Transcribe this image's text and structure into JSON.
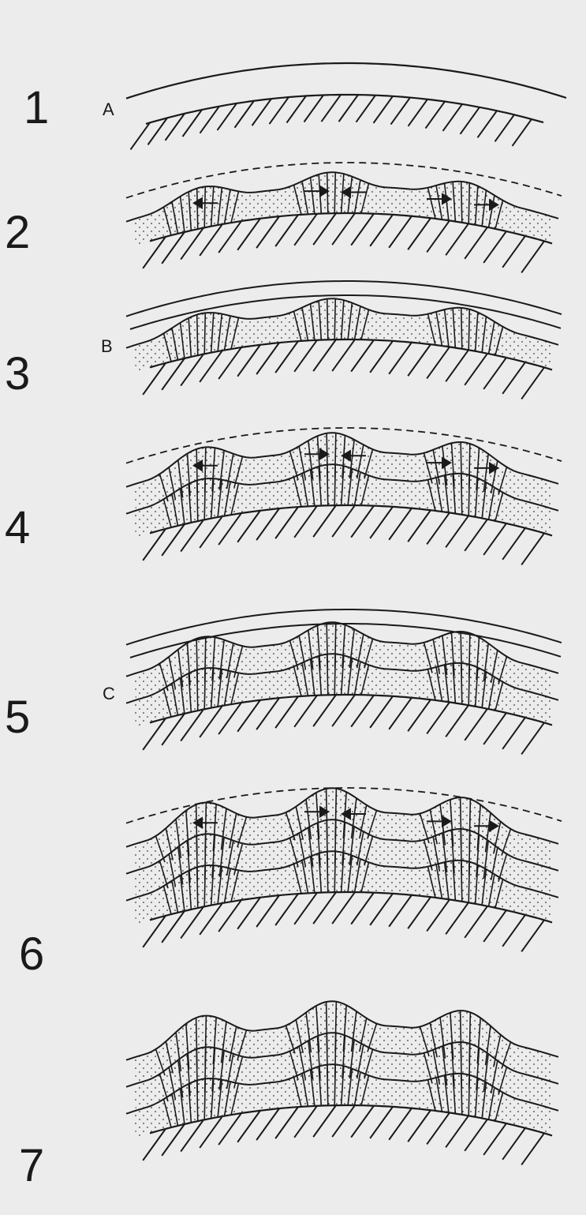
{
  "figure": {
    "stages": [
      {
        "number": "1",
        "letter": "A"
      },
      {
        "number": "2",
        "letter": ""
      },
      {
        "number": "3",
        "letter": "B"
      },
      {
        "number": "4",
        "letter": ""
      },
      {
        "number": "5",
        "letter": "C"
      },
      {
        "number": "6",
        "letter": ""
      },
      {
        "number": "7",
        "letter": ""
      }
    ],
    "colors": {
      "background": "#ececec",
      "ink": "#1a1a1a",
      "stipple": "#3a3a3a"
    }
  }
}
